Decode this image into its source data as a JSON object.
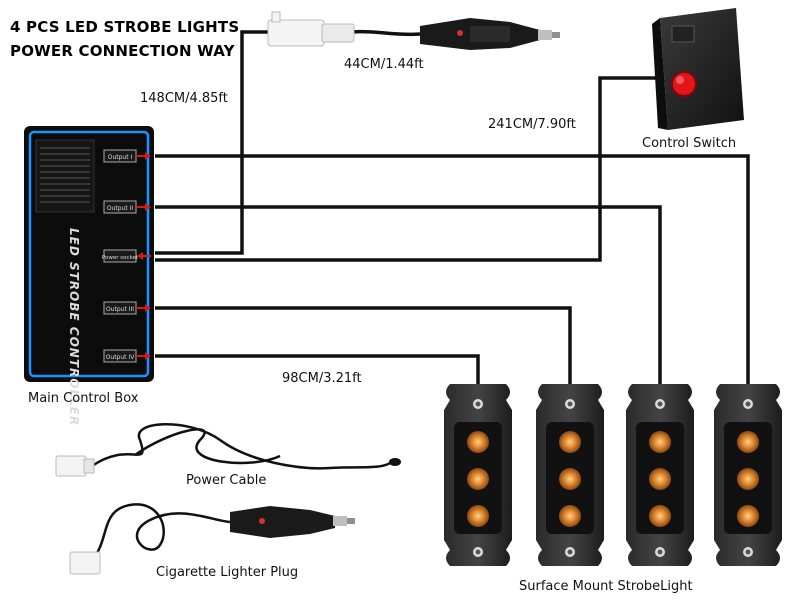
{
  "title": {
    "line1": "4 PCS LED STROBE LIGHTS",
    "line2": "POWER CONNECTION WAY"
  },
  "measurements": {
    "power_to_box": "148CM/4.85ft",
    "plug_cable": "44CM/1.44ft",
    "switch_cable": "241CM/7.90ft",
    "light_cable": "98CM/3.21ft"
  },
  "labels": {
    "control_switch": "Control Switch",
    "main_control_box": "Main Control Box",
    "power_cable": "Power Cable",
    "cigarette_plug": "Cigarette Lighter Plug",
    "strobe_light": "Surface Mount StrobeLight"
  },
  "control_box": {
    "brand": "LED STROBE CONTROLLER",
    "ports": [
      "Output I",
      "Output II",
      "Power socket",
      "Output III",
      "Output IV"
    ]
  },
  "colors": {
    "wire": "#111111",
    "box_border": "#1e90ff",
    "led_amber": "#e08a2e",
    "switch_button": "#e2141c"
  }
}
